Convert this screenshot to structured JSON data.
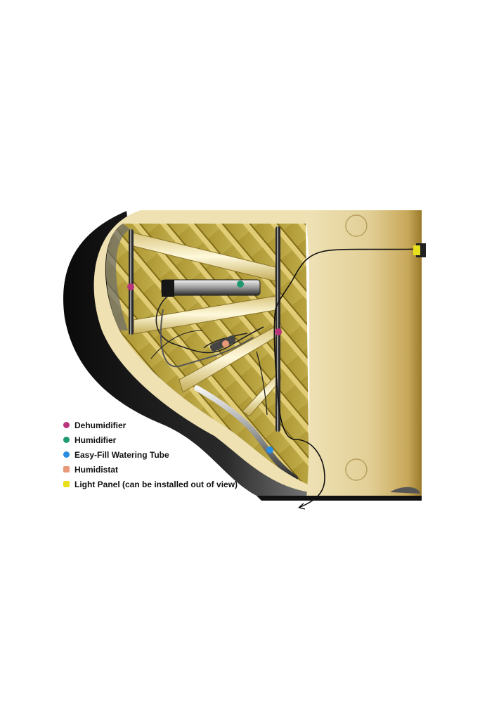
{
  "diagram": {
    "colors": {
      "dehumidifier": "#b8357e",
      "humidifier": "#1f9a6e",
      "watering_tube": "#2b8de0",
      "humidistat": "#e89a78",
      "light_panel": "#e8e01a",
      "case_black": "#1a1a1a",
      "rim_cream": "#efe1b2",
      "lid_tan": "#dcc98e",
      "soundboard_olive": "#b39e3c"
    },
    "components": [
      {
        "id": "dehumidifier-left",
        "type": "dehumidifier"
      },
      {
        "id": "dehumidifier-right",
        "type": "dehumidifier"
      },
      {
        "id": "humidifier",
        "type": "humidifier"
      },
      {
        "id": "humidistat",
        "type": "humidistat"
      },
      {
        "id": "watering-tube",
        "type": "watering_tube"
      },
      {
        "id": "light-panel",
        "type": "light_panel"
      }
    ]
  },
  "legend": {
    "items": [
      {
        "label": "Dehumidifier",
        "color": "#b8357e"
      },
      {
        "label": "Humidifier",
        "color": "#1f9a6e"
      },
      {
        "label": "Easy-Fill Watering Tube",
        "color": "#2b8de0"
      },
      {
        "label": "Humidistat",
        "color": "#e89a78"
      },
      {
        "label": "Light Panel (can be installed out of view)",
        "color": "#e8e01a"
      }
    ]
  }
}
